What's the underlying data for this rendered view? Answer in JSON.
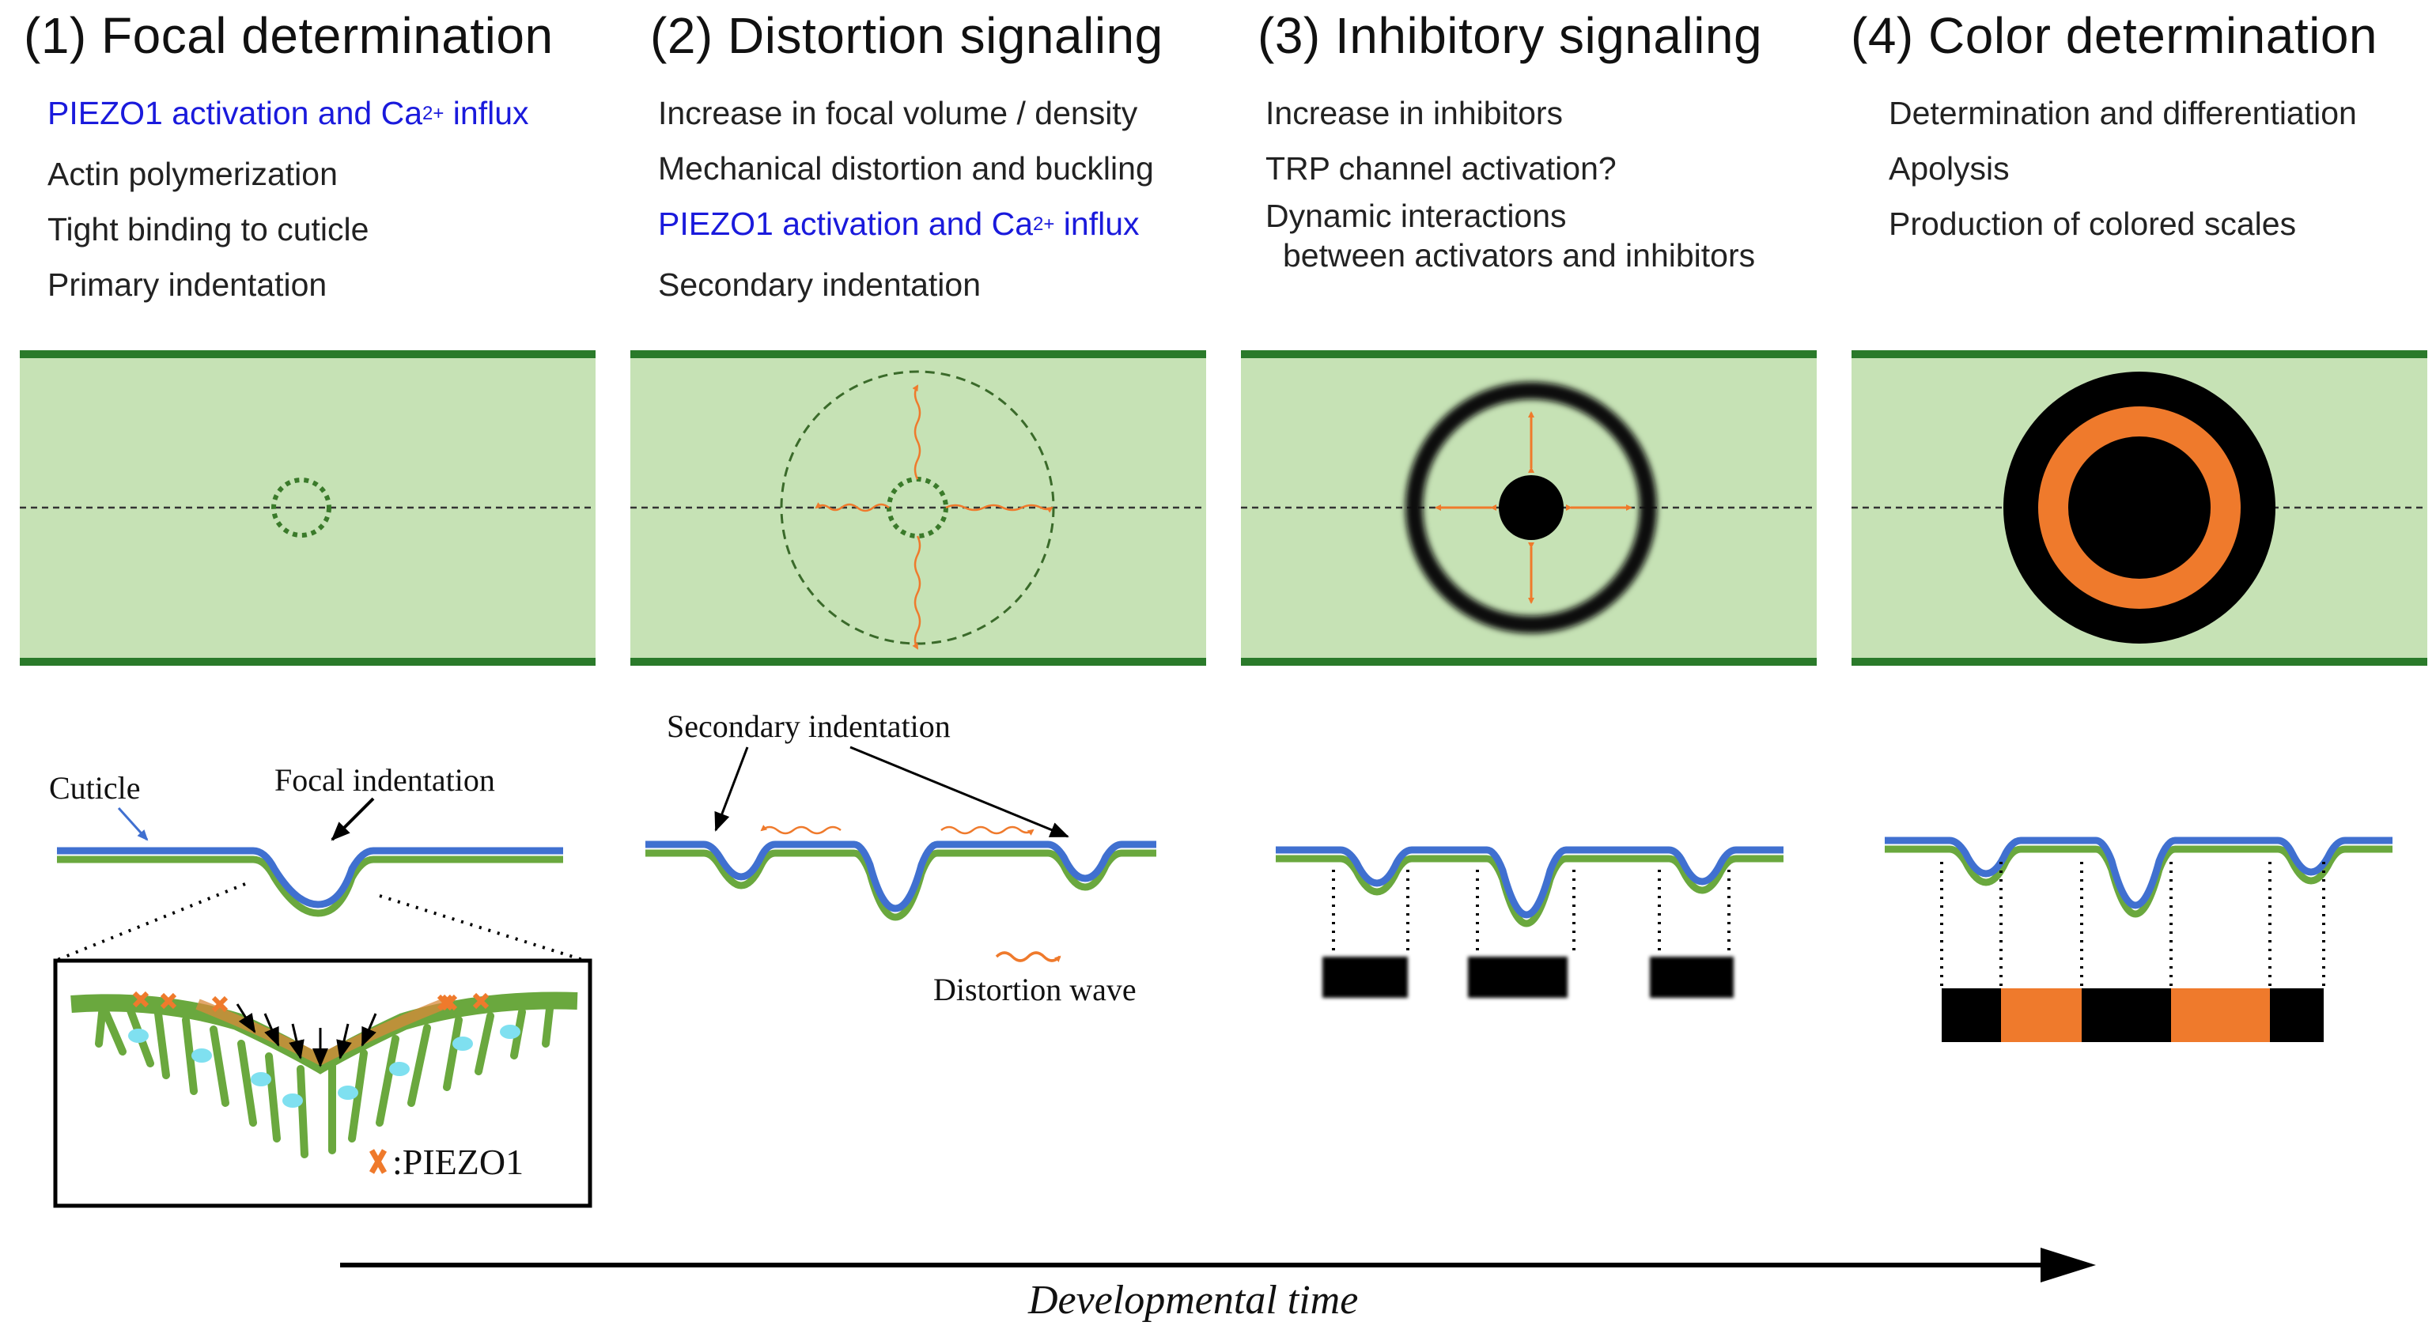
{
  "stages": [
    {
      "title": "(1) Focal determination",
      "bullets": [
        {
          "text": "PIEZO1 activation and Ca",
          "sup": "2+",
          "tail": " influx",
          "highlight": true
        },
        {
          "text": "Actin polymerization"
        },
        {
          "text": "Tight binding to cuticle"
        },
        {
          "text": "Primary indentation"
        }
      ]
    },
    {
      "title": "(2) Distortion signaling",
      "bullets": [
        {
          "text": "Increase in focal volume / density"
        },
        {
          "text": "Mechanical distortion and buckling"
        },
        {
          "text": "PIEZO1 activation and Ca",
          "sup": "2+",
          "tail": " influx",
          "highlight": true
        },
        {
          "text": "Secondary indentation"
        }
      ]
    },
    {
      "title": "(3) Inhibitory signaling",
      "bullets": [
        {
          "text": "Increase in inhibitors"
        },
        {
          "text": "TRP channel activation?"
        },
        {
          "text": "Dynamic interactions"
        },
        {
          "text": "between activators and inhibitors"
        }
      ]
    },
    {
      "title": "(4) Color determination",
      "bullets": [
        {
          "text": "Determination and differentiation"
        },
        {
          "text": "Apolysis"
        },
        {
          "text": "Production of colored scales"
        }
      ]
    }
  ],
  "labels": {
    "cuticle": "Cuticle",
    "focal_indentation": "Focal indentation",
    "piezo1_legend": ":PIEZO1",
    "secondary_indentation": "Secondary indentation",
    "distortion_wave": "Distortion wave",
    "developmental_time": "Developmental time"
  },
  "colors": {
    "band_fill": "#c6e2b5",
    "band_edge": "#2a7a2a",
    "cuticle_blue": "#4070d0",
    "epidermis_green": "#6aa83e",
    "orange": "#ef7a2c",
    "highlight_text": "#1a1adc"
  }
}
